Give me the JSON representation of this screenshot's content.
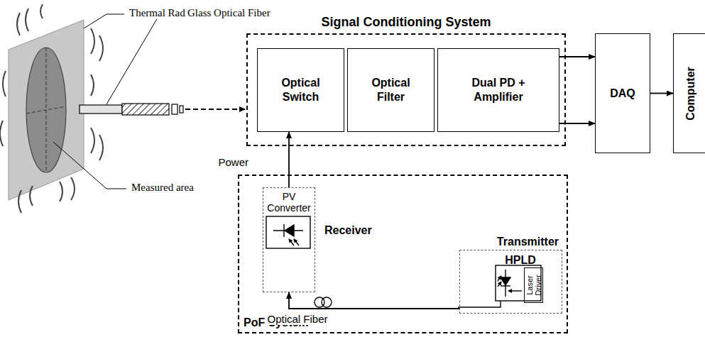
{
  "diagram": {
    "nodes": [
      {
        "text": [
          "Signal Conditioning System"
        ]
      },
      {
        "text": [
          "Optical Switch"
        ],
        "in": 0
      },
      {
        "text": [
          "Optical Filter"
        ],
        "in": 0
      },
      {
        "text": [
          "Dual PD + Amplifier"
        ],
        "in": 0
      },
      {
        "text": [
          "DAQ"
        ]
      },
      {
        "text": [
          "Computer"
        ]
      },
      {
        "text": [
          "PoF System"
        ]
      },
      {
        "text": [
          "PV Converter",
          "Receiver"
        ],
        "in": 6
      },
      {
        "text": [
          "Transmitter",
          "HPLD"
        ],
        "in": 6
      },
      {
        "text": [
          "Laser Driver"
        ],
        "in": 8
      }
    ],
    "edges": [
      {
        "from": 3,
        "to": 4,
        "arrow": "to"
      },
      {
        "from": 3,
        "to": 4,
        "arrow": "to"
      },
      {
        "from": 4,
        "to": 5,
        "arrow": "to"
      },
      {
        "from": 7,
        "to": 1,
        "label": "Power",
        "arrow": "to"
      },
      {
        "from": 8,
        "to": 7,
        "label": "Optical Fiber",
        "arrow": "to"
      }
    ],
    "labels": [
      "Thermal Radiation",
      "Glass Optical Fiber",
      "Measured area"
    ]
  }
}
